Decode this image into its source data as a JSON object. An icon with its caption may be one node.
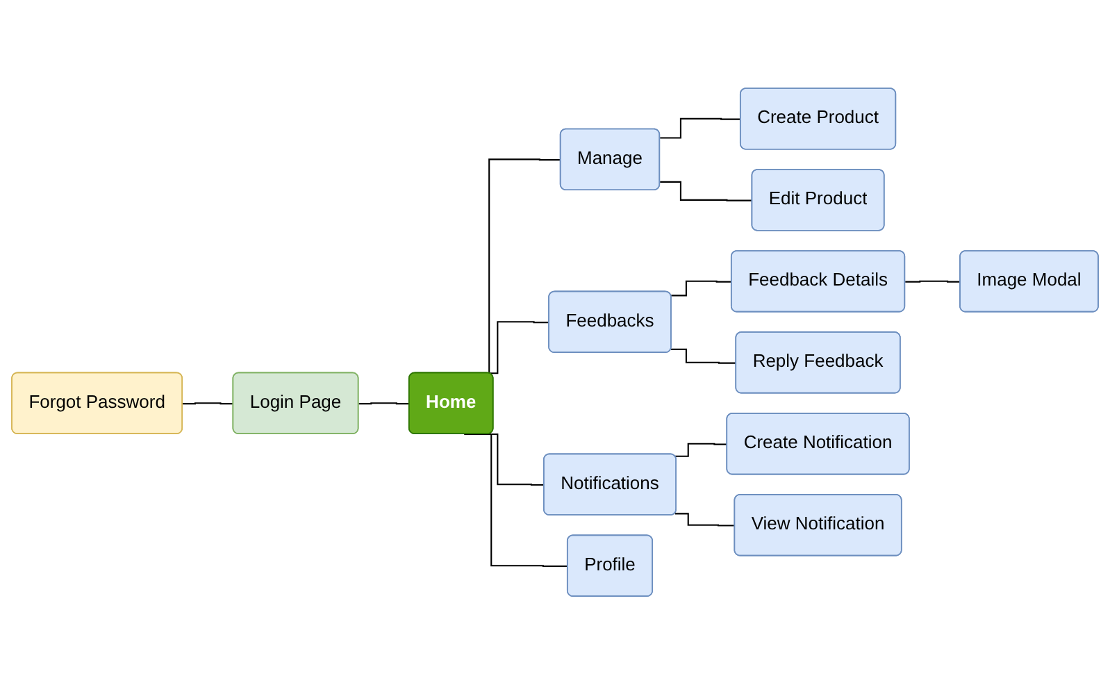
{
  "diagram": {
    "nodes": [
      {
        "text": [
          "Forgot Password"
        ]
      },
      {
        "text": [
          "Login Page"
        ]
      },
      {
        "text": [
          "Home"
        ]
      },
      {
        "text": [
          "Manage"
        ]
      },
      {
        "text": [
          "Create Product"
        ]
      },
      {
        "text": [
          "Edit Product"
        ]
      },
      {
        "text": [
          "Feedbacks"
        ]
      },
      {
        "text": [
          "Feedback Details"
        ]
      },
      {
        "text": [
          "Image Modal"
        ]
      },
      {
        "text": [
          "Reply Feedback"
        ]
      },
      {
        "text": [
          "Notifications"
        ]
      },
      {
        "text": [
          "Create Notification"
        ]
      },
      {
        "text": [
          "View Notification"
        ]
      },
      {
        "text": [
          "Profile"
        ]
      }
    ],
    "edges": [
      {
        "from": 0,
        "to": 1,
        "arrow": "none"
      },
      {
        "from": 1,
        "to": 2,
        "arrow": "none"
      },
      {
        "from": 2,
        "to": 3,
        "arrow": "none"
      },
      {
        "from": 2,
        "to": 6,
        "arrow": "none"
      },
      {
        "from": 2,
        "to": 10,
        "arrow": "none"
      },
      {
        "from": 2,
        "to": 13,
        "arrow": "none"
      },
      {
        "from": 3,
        "to": 4,
        "arrow": "none"
      },
      {
        "from": 3,
        "to": 5,
        "arrow": "none"
      },
      {
        "from": 6,
        "to": 7,
        "arrow": "none"
      },
      {
        "from": 6,
        "to": 9,
        "arrow": "none"
      },
      {
        "from": 7,
        "to": 8,
        "arrow": "none"
      },
      {
        "from": 10,
        "to": 11,
        "arrow": "none"
      },
      {
        "from": 10,
        "to": 12,
        "arrow": "none"
      }
    ]
  }
}
